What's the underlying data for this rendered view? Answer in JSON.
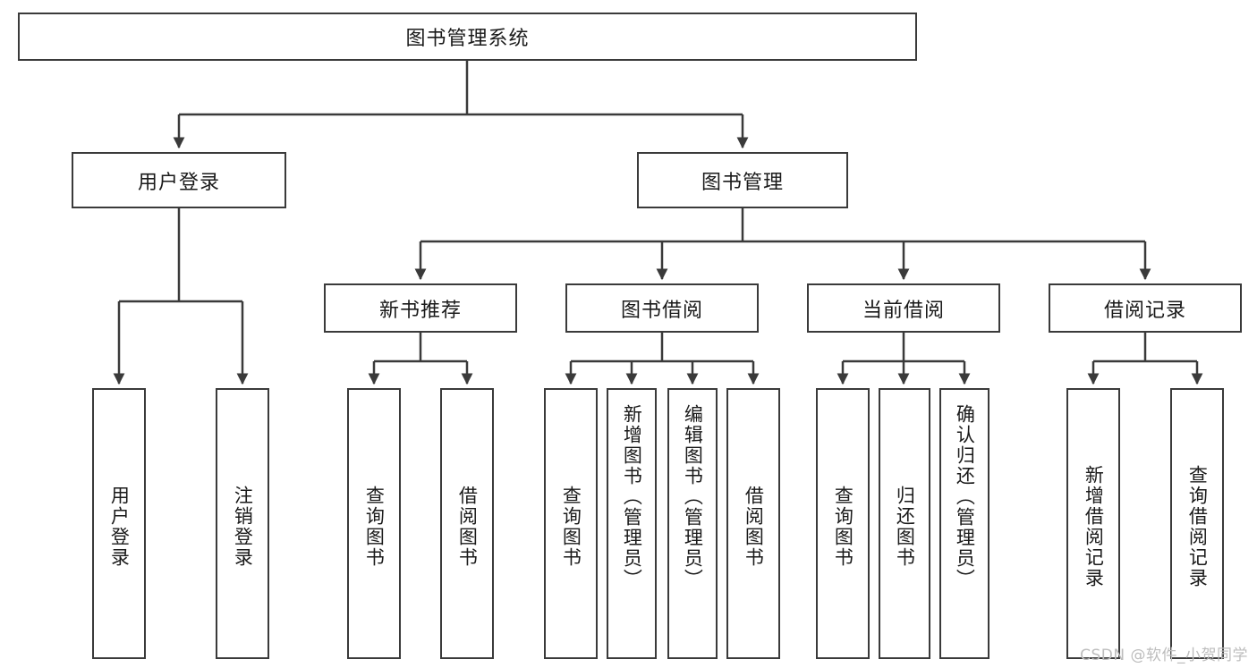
{
  "diagram": {
    "title_node": {
      "label": "图书管理系统"
    },
    "level2": [
      {
        "id": "user-login",
        "label": "用户登录"
      },
      {
        "id": "book-manage",
        "label": "图书管理"
      }
    ],
    "level3": [
      {
        "id": "new-book-recommend",
        "label": "新书推荐"
      },
      {
        "id": "book-borrow",
        "label": "图书借阅"
      },
      {
        "id": "current-borrow",
        "label": "当前借阅"
      },
      {
        "id": "borrow-record",
        "label": "借阅记录"
      }
    ],
    "leaves": [
      {
        "id": "leaf-user-login",
        "label": "用户登录"
      },
      {
        "id": "leaf-logout-login",
        "label": "注销登录"
      },
      {
        "id": "leaf-query-book-1",
        "label": "查询图书"
      },
      {
        "id": "leaf-borrow-book-1",
        "label": "借阅图书"
      },
      {
        "id": "leaf-query-book-2",
        "label": "查询图书"
      },
      {
        "id": "leaf-add-book-admin",
        "label": "新增图书（管理员）"
      },
      {
        "id": "leaf-edit-book-admin",
        "label": "编辑图书（管理员）"
      },
      {
        "id": "leaf-borrow-book-2",
        "label": "借阅图书"
      },
      {
        "id": "leaf-query-book-3",
        "label": "查询图书"
      },
      {
        "id": "leaf-return-book",
        "label": "归还图书"
      },
      {
        "id": "leaf-confirm-return",
        "label": "确认归还（管理员）"
      },
      {
        "id": "leaf-add-record",
        "label": "新增借阅记录"
      },
      {
        "id": "leaf-query-record",
        "label": "查询借阅记录"
      }
    ]
  },
  "watermark": {
    "text": "CSDN @软件_小贺同学"
  },
  "colors": {
    "stroke": "#3a3a3a",
    "fill": "#ffffff",
    "text": "#1a1a1a",
    "watermark": "#bdbdbd"
  }
}
